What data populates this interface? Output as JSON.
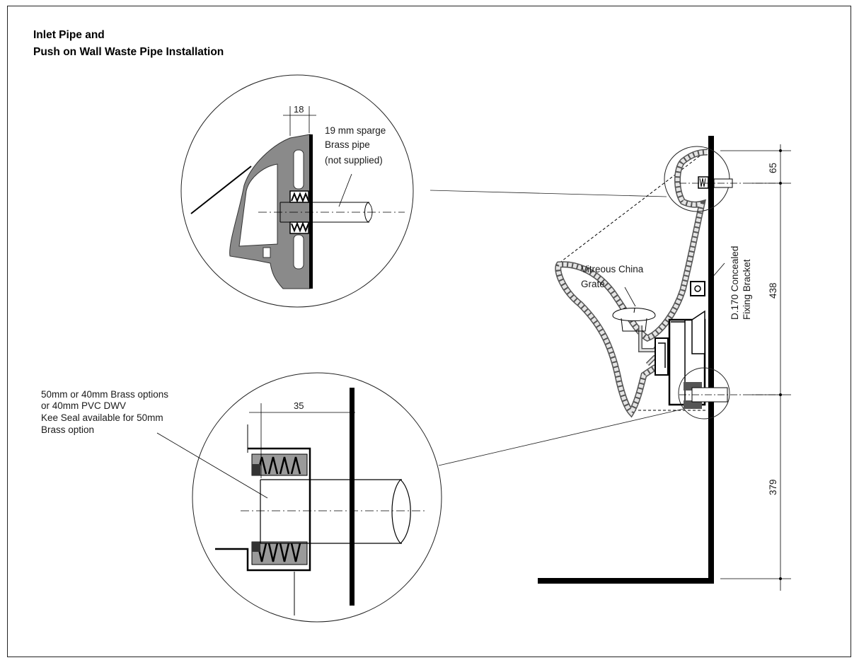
{
  "title": {
    "line1": "Inlet Pipe and",
    "line2": "Push on Wall Waste Pipe Installation"
  },
  "inlet_detail": {
    "dimension": "18",
    "label_line1": "19 mm sparge",
    "label_line2": "Brass pipe",
    "label_line3": "(not supplied)"
  },
  "waste_detail": {
    "dimension": "35",
    "label_line1": "50mm or 40mm  Brass options",
    "label_line2": "or 40mm PVC DWV",
    "label_line3": "Kee Seal available for 50mm",
    "label_line4": "Brass option"
  },
  "urinal": {
    "grate_line1": "Vitreous China",
    "grate_line2": "Grate",
    "bracket_line1": "D.170 Concealed",
    "bracket_line2": "Fixing Bracket"
  },
  "dimensions": {
    "d1": "65",
    "d2": "438",
    "d3": "379"
  }
}
